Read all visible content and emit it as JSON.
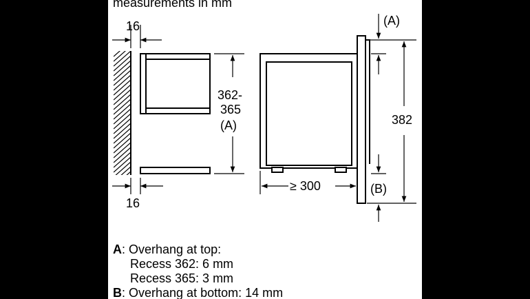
{
  "header": {
    "text": "measurements in mm"
  },
  "dims": {
    "wall_gap_top": "16",
    "wall_gap_bottom": "16",
    "cabinet_height_1": "362-",
    "cabinet_height_2": "365",
    "cabinet_height_ref": "(A)",
    "depth": "≥ 300",
    "total_height": "382",
    "mark_top": "(A)",
    "mark_bottom": "(B)"
  },
  "legend": {
    "a_letter": "A",
    "a_title": ": Overhang at top:",
    "a_line1": "Recess 362: 6 mm",
    "a_line2": "Recess 365: 3 mm",
    "b_letter": "B",
    "b_title": ": Overhang at bottom: 14 mm"
  }
}
